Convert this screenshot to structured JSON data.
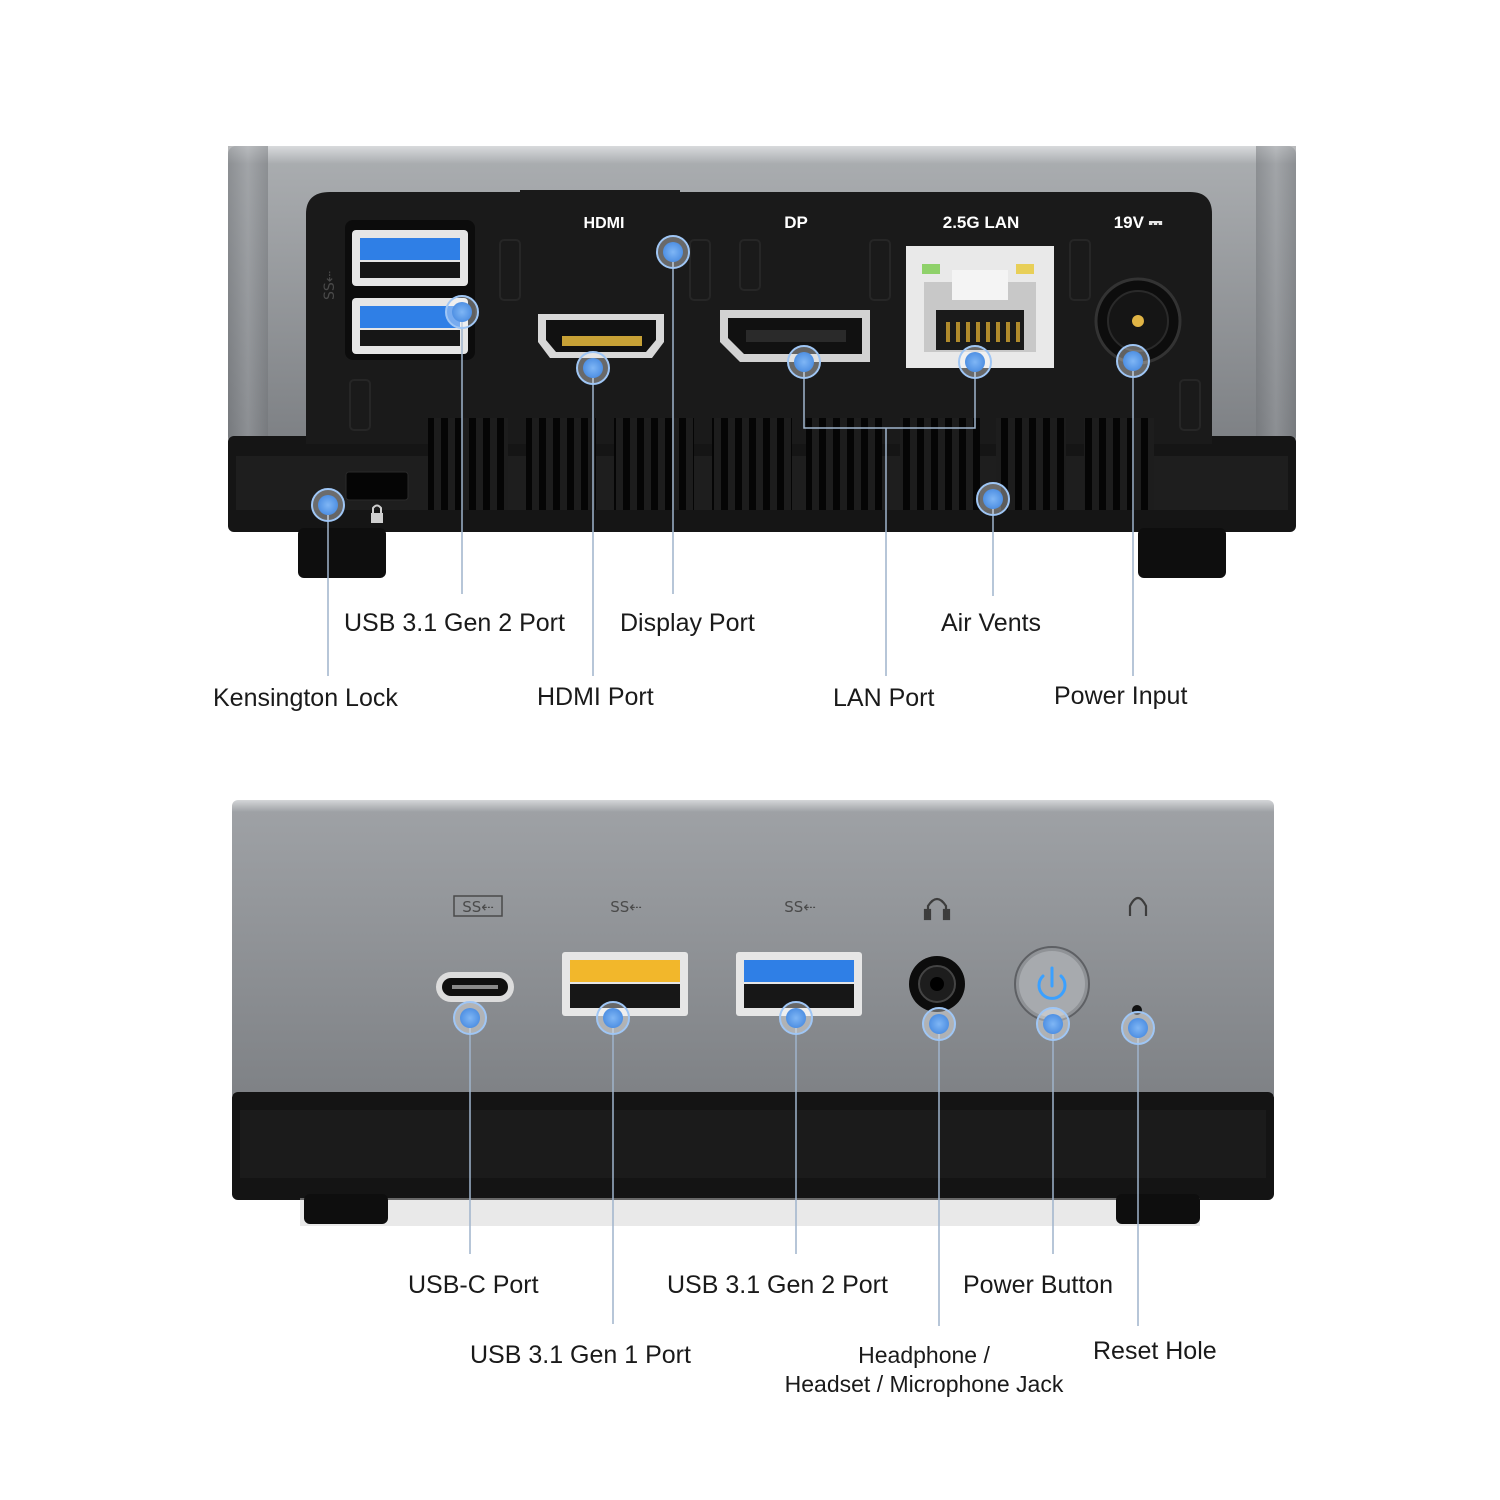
{
  "rear_panel": {
    "markings": {
      "hdmi": "HDMI",
      "dp": "DP",
      "lan": "2.5G LAN",
      "power": "19V ⎓",
      "usb": "SS⇠"
    },
    "labels": {
      "usb_3_1_gen2": "USB 3.1 Gen 2 Port",
      "display_port": "Display Port",
      "air_vents": "Air Vents",
      "kensington_lock": "Kensington Lock",
      "hdmi_port": "HDMI Port",
      "lan_port": "LAN Port",
      "power_input": "Power Input"
    }
  },
  "front_panel": {
    "markings": {
      "usb_c": "SS⇠",
      "usb_a_gen1": "SS⇠",
      "usb_a_gen2": "SS⇠"
    },
    "labels": {
      "usb_c_port": "USB-C Port",
      "usb_3_1_gen2": "USB 3.1 Gen 2 Port",
      "power_button": "Power Button",
      "usb_3_1_gen1": "USB 3.1 Gen 1 Port",
      "headphone_line1": "Headphone /",
      "headphone_line2": "Headset / Microphone Jack",
      "reset_hole": "Reset Hole"
    }
  },
  "colors": {
    "callout_dot": "#6aa9f0",
    "callout_line": "#9fb4cc",
    "usb3_blue": "#2f7fe6",
    "usb_gen1_yellow": "#f2b72b",
    "chassis_grey": "#8c8f93",
    "chassis_black": "#141414",
    "power_led": "#3aa0ff"
  },
  "icons": [
    "usb-superspeed-icon",
    "headphone-icon",
    "power-icon",
    "reset-icon",
    "lock-icon",
    "ethernet-icon"
  ]
}
